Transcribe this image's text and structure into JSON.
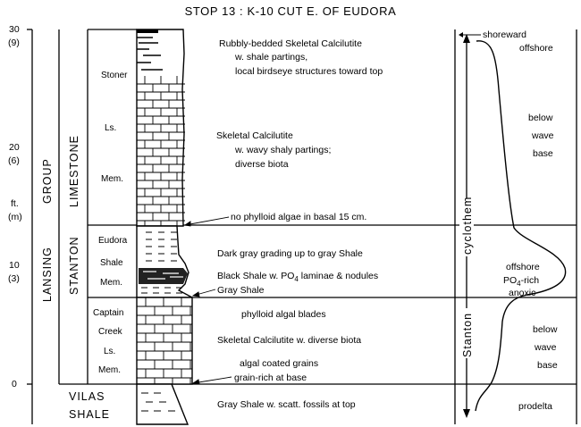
{
  "title": "STOP 13 : K-10 CUT E. OF EUDORA",
  "scale": {
    "ticks": [
      {
        "ft": "30",
        "m": "(9)"
      },
      {
        "ft": "20",
        "m": "(6)"
      },
      {
        "ft": "10",
        "m": "(3)"
      },
      {
        "ft": "0",
        "m": ""
      }
    ],
    "unit_ft": "ft.",
    "unit_m": "(m)"
  },
  "group_label": "LANSING",
  "group_label_2": "GROUP",
  "formation_label": "STANTON",
  "formation_label_2": "LIMESTONE",
  "members": {
    "stoner": [
      "Stoner",
      "Ls.",
      "Mem."
    ],
    "eudora": [
      "Eudora",
      "Shale",
      "Mem."
    ],
    "captain_creek": [
      "Captain",
      "Creek",
      "Ls.",
      "Mem."
    ],
    "vilas": [
      "VILAS",
      "SHALE"
    ]
  },
  "descriptions": {
    "rubbly": [
      "Rubbly-bedded Skeletal Calcilutite",
      "w. shale partings,",
      "local birdseye structures toward top"
    ],
    "skeletal": [
      "Skeletal Calcilutite",
      "w. wavy shaly partings;",
      "diverse biota"
    ],
    "no_phylloid": "no phylloid algae in basal 15 cm.",
    "dark_gray": "Dark gray grading up to gray Shale",
    "black_shale_prefix": "Black Shale w. PO",
    "black_shale_sub": "4",
    "black_shale_suffix": " laminae & nodules",
    "gray_shale": "Gray Shale",
    "phylloid_blades": "phylloid algal blades",
    "skeletal_diverse": "Skeletal Calcilutite w. diverse biota",
    "algal_coated": "algal coated grains",
    "grain_rich": "grain-rich at base",
    "gray_shale_fossils": "Gray Shale w. scatt. fossils at top"
  },
  "cyclothem": {
    "label_top": "cyclothem",
    "label_bottom": "Stanton"
  },
  "environment": {
    "shoreward": "shoreward",
    "offshore": "offshore",
    "below_wave_base_1": [
      "below",
      "wave",
      "base"
    ],
    "offshore_anoxic": [
      "offshore",
      "PO",
      "4",
      "-rich",
      "anoxic"
    ],
    "below_wave_base_2": [
      "below",
      "wave",
      "base"
    ],
    "prodelta": "prodelta"
  }
}
